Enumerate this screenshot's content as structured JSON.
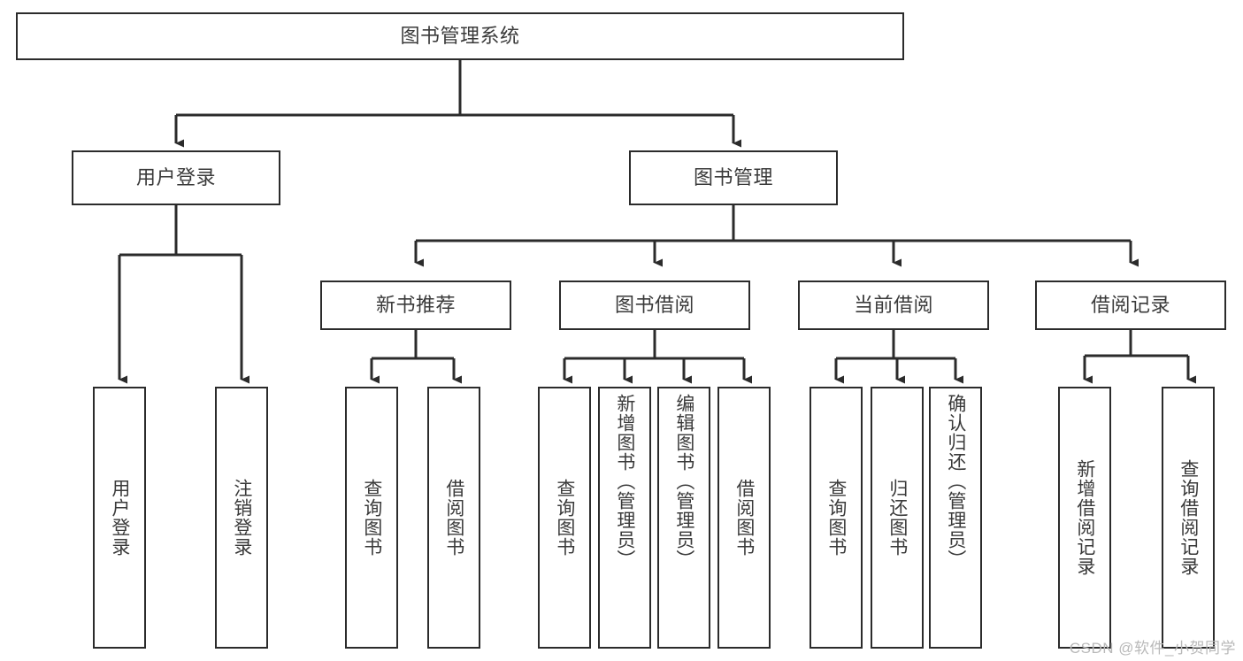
{
  "diagram": {
    "type": "tree-hierarchy",
    "title": "图书管理系统",
    "watermark": "CSDN @软件_小贺同学",
    "colors": {
      "box_border": "#2b2b2b",
      "box_fill": "#ffffff",
      "connector": "#2b2b2b",
      "text": "#3a3a3a",
      "watermark": "#b9b9b9",
      "background": "#ffffff"
    },
    "root": {
      "label": "图书管理系统",
      "orientation": "horizontal"
    },
    "level2": [
      {
        "label": "用户登录",
        "orientation": "horizontal"
      },
      {
        "label": "图书管理",
        "orientation": "horizontal"
      }
    ],
    "level3": [
      {
        "label": "新书推荐",
        "orientation": "horizontal"
      },
      {
        "label": "图书借阅",
        "orientation": "horizontal"
      },
      {
        "label": "当前借阅",
        "orientation": "horizontal"
      },
      {
        "label": "借阅记录",
        "orientation": "horizontal"
      }
    ],
    "leaves": {
      "user_login": [
        {
          "label": "用户登录",
          "orientation": "vertical"
        },
        {
          "label": "注销登录",
          "orientation": "vertical"
        }
      ],
      "new_book_recommend": [
        {
          "label": "查询图书",
          "orientation": "vertical"
        },
        {
          "label": "借阅图书",
          "orientation": "vertical"
        }
      ],
      "book_borrow": [
        {
          "label": "查询图书",
          "orientation": "vertical"
        },
        {
          "label": "新增图书（管理员）",
          "orientation": "vertical"
        },
        {
          "label": "编辑图书（管理员）",
          "orientation": "vertical"
        },
        {
          "label": "借阅图书",
          "orientation": "vertical"
        }
      ],
      "current_borrow": [
        {
          "label": "查询图书",
          "orientation": "vertical"
        },
        {
          "label": "归还图书",
          "orientation": "vertical"
        },
        {
          "label": "确认归还（管理员）",
          "orientation": "vertical"
        }
      ],
      "borrow_record": [
        {
          "label": "新增借阅记录",
          "orientation": "vertical"
        },
        {
          "label": "查询借阅记录",
          "orientation": "vertical"
        }
      ]
    }
  }
}
